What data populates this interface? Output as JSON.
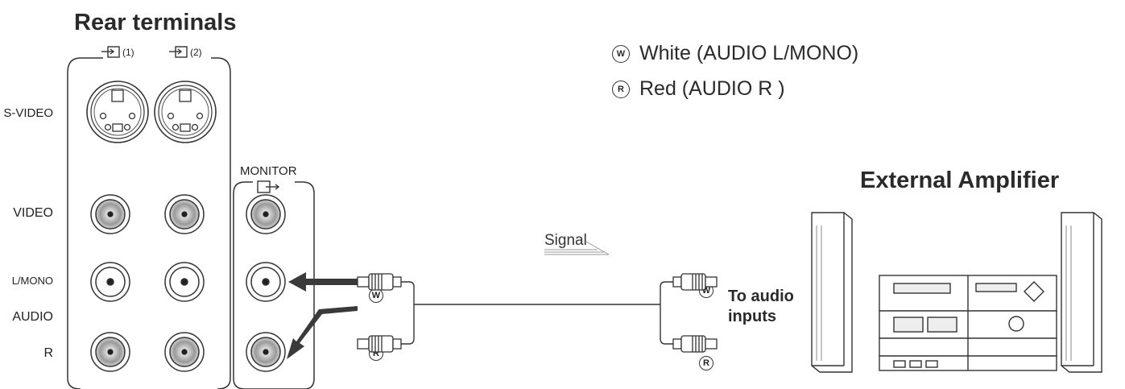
{
  "rear_terminals": {
    "title": "Rear terminals",
    "input1_label": "(1)",
    "input2_label": "(2)",
    "rows": {
      "s_video": "S-VIDEO",
      "video": "VIDEO",
      "l_mono": "L/MONO",
      "audio": "AUDIO",
      "r": "R"
    }
  },
  "monitor": {
    "label": "MONITOR"
  },
  "legend": {
    "white_symbol": "W",
    "white_text": "White (AUDIO L/MONO)",
    "red_symbol": "R",
    "red_text": "Red (AUDIO R )"
  },
  "cable": {
    "signal_label": "Signal",
    "plug_white_symbol": "W",
    "plug_red_symbol": "R"
  },
  "external_amplifier": {
    "title": "External Amplifier",
    "to_audio_line1": "To audio",
    "to_audio_line2": "inputs"
  },
  "colors": {
    "line": "#333333",
    "jack_fill": "#b5b5b5",
    "arrow": "#3a3a3a"
  }
}
